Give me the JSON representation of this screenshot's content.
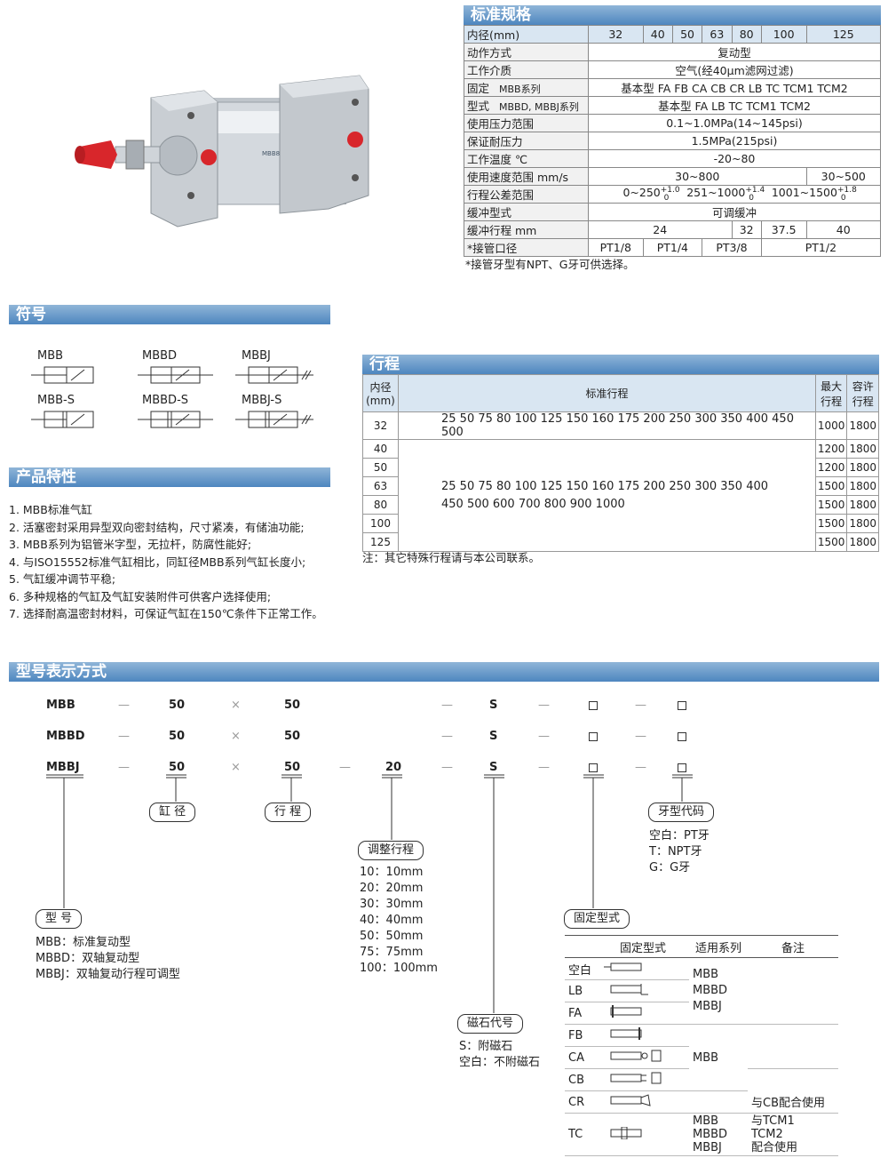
{
  "spec": {
    "title": "标准规格",
    "header": [
      "内径(mm)",
      "32",
      "40",
      "50",
      "63",
      "80",
      "100",
      "125"
    ],
    "rows": [
      {
        "label": "动作方式",
        "value": "复动型"
      },
      {
        "label": "工作介质",
        "value": "空气(经40μm滤网过滤)"
      },
      {
        "label": "使用压力范围",
        "value": "0.1~1.0MPa(14~145psi)"
      },
      {
        "label": "保证耐压力",
        "value": "1.5MPa(215psi)"
      },
      {
        "label": "工作温度 ℃",
        "value": "-20~80"
      },
      {
        "label": "缓冲型式",
        "value": "可调缓冲"
      }
    ],
    "mount_label_a": "固定",
    "mount_label_b": "型式",
    "mount_mbb_series": "MBB系列",
    "mount_mbb_value": "基本型 FA FB CA CB CR LB TC TCM1 TCM2",
    "mount_mbbd_series": "MBBD, MBBJ系列",
    "mount_mbbd_value": "基本型 FA LB TC TCM1 TCM2",
    "speed_label": "使用速度范围 mm/s",
    "speed_a": "30~800",
    "speed_b": "30~500",
    "tol_label": "行程公差范围",
    "tol_1": "0~250",
    "tol_1_sup": "+1.0",
    "tol_1_sub": "0",
    "tol_2": "251~1000",
    "tol_2_sup": "+1.4",
    "tol_2_sub": "0",
    "tol_3": "1001~1500",
    "tol_3_sup": "+1.8",
    "tol_3_sub": "0",
    "cush_label": "缓冲行程 mm",
    "cush_values": [
      "24",
      "32",
      "37.5",
      "40"
    ],
    "port_label": "*接管口径",
    "port_values": [
      "PT1/8",
      "PT1/4",
      "PT3/8",
      "PT1/2"
    ],
    "footnote": "*接管牙型有NPT、G牙可供选择。"
  },
  "symbols": {
    "title": "符号",
    "items": [
      "MBB",
      "MBBD",
      "MBBJ",
      "MBB-S",
      "MBBD-S",
      "MBBJ-S"
    ]
  },
  "features": {
    "title": "产品特性",
    "items": [
      "1. MBB标准气缸",
      "2. 活塞密封采用异型双向密封结构，尺寸紧凑，有储油功能;",
      "3. MBB系列为铝管米字型，无拉杆，防腐性能好;",
      "4. 与ISO15552标准气缸相比，同缸径MBB系列气缸长度小;",
      "5. 气缸缓冲调节平稳;",
      "6. 多种规格的气缸及气缸安装附件可供客户选择使用;",
      "7. 选择耐高温密封材料，可保证气缸在150℃条件下正常工作。"
    ]
  },
  "stroke": {
    "title": "行程",
    "h_bore_a": "内径",
    "h_bore_b": "(mm)",
    "h_std": "标准行程",
    "h_max_a": "最大",
    "h_max_b": "行程",
    "h_allow_a": "容许",
    "h_allow_b": "行程",
    "bores": [
      "32",
      "40",
      "50",
      "63",
      "80",
      "100",
      "125"
    ],
    "max": [
      "1000",
      "1200",
      "1200",
      "1500",
      "1500",
      "1500",
      "1500"
    ],
    "allow": [
      "1800",
      "1800",
      "1800",
      "1800",
      "1800",
      "1800",
      "1800"
    ],
    "std_32": "25  50  75  80  100  125  150  160  175  200  250  300  350  400  450  500",
    "std_rest_1": "25  50  75  80  100  125  150  160  175  200  250  300  350  400",
    "std_rest_2": "450  500  600  700  800  900  1000",
    "note": "注：其它特殊行程请与本公司联系。"
  },
  "model": {
    "title": "型号表示方式",
    "rows": [
      {
        "code": "MBB",
        "bore": "50",
        "stroke": "50",
        "adj": "",
        "mag": "S"
      },
      {
        "code": "MBBD",
        "bore": "50",
        "stroke": "50",
        "adj": "",
        "mag": "S"
      },
      {
        "code": "MBBJ",
        "bore": "50",
        "stroke": "50",
        "adj": "20",
        "mag": "S"
      }
    ],
    "dash": "—",
    "times": "×",
    "box_bore": "缸 径",
    "box_stroke": "行 程",
    "box_adj": "调整行程",
    "adj_items": [
      "10：10mm",
      "20：20mm",
      "30：30mm",
      "40：40mm",
      "50：50mm",
      "75：75mm",
      "100：100mm"
    ],
    "box_thread": "牙型代码",
    "thread_items": [
      "空白：PT牙",
      "T：NPT牙",
      "G：G牙"
    ],
    "box_type": "型 号",
    "type_items": [
      "MBB：标准复动型",
      "MBBD：双轴复动型",
      "MBBJ：双轴复动行程可调型"
    ],
    "box_mount": "固定型式",
    "box_mag": "磁石代号",
    "mag_items": [
      "S：附磁石",
      "空白：不附磁石"
    ],
    "mount_table": {
      "headers": [
        "固定型式",
        "适用系列",
        "备注"
      ],
      "codes": [
        "空白",
        "LB",
        "FA",
        "FB",
        "CA",
        "CB",
        "CR",
        "TC"
      ],
      "series_1": [
        "MBB",
        "MBBD",
        "MBBJ"
      ],
      "series_2": "MBB",
      "series_3": [
        "MBB",
        "MBBD",
        "MBBJ"
      ],
      "note_cr": "与CB配合使用",
      "note_tc": [
        "与TCM1",
        "TCM2",
        "配合使用"
      ]
    }
  },
  "colors": {
    "bar": "#4d86bf",
    "header": "#d9e6f2",
    "port": "#d8262b"
  }
}
